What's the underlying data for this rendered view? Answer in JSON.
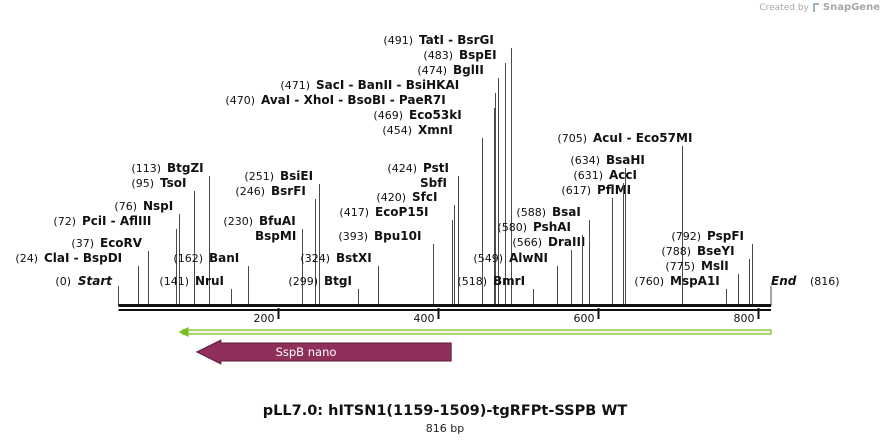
{
  "credit": {
    "created_by": "Created by",
    "brand": "SnapGene"
  },
  "map": {
    "title": "pLL7.0: hITSN1(1159-1509)-tgRFPt-SSPB WT",
    "length_label": "816 bp",
    "length": 816,
    "start_label": "Start",
    "start_num": "(0)",
    "end_label": "End",
    "end_num": "(816)",
    "ticks": [
      200,
      400,
      600,
      800
    ],
    "feature": {
      "label": "SspB nano",
      "start": 98,
      "end": 416,
      "direction": "reverse",
      "color": "#8f2f5c"
    },
    "orf_line": {
      "start": 80,
      "end": 816,
      "color": "#78bf1f"
    },
    "sites": [
      {
        "pos": 24,
        "num": "(24)",
        "label": "ClaI  -  BspDI"
      },
      {
        "pos": 37,
        "num": "(37)",
        "label": "EcoRV"
      },
      {
        "pos": 72,
        "num": "(72)",
        "label": "PciI  -  AflIII"
      },
      {
        "pos": 76,
        "num": "(76)",
        "label": "NspI"
      },
      {
        "pos": 95,
        "num": "(95)",
        "label": "TsoI"
      },
      {
        "pos": 113,
        "num": "(113)",
        "label": "BtgZI"
      },
      {
        "pos": 141,
        "num": "(141)",
        "label": "NruI"
      },
      {
        "pos": 162,
        "num": "(162)",
        "label": "BanI"
      },
      {
        "pos": 230,
        "num": "(230)",
        "label": "BfuAI"
      },
      {
        "pos": 230,
        "num": "",
        "label": "BspMI"
      },
      {
        "pos": 246,
        "num": "(246)",
        "label": "BsrFI"
      },
      {
        "pos": 251,
        "num": "(251)",
        "label": "BsiEI"
      },
      {
        "pos": 299,
        "num": "(299)",
        "label": "BtgI"
      },
      {
        "pos": 324,
        "num": "(324)",
        "label": "BstXI"
      },
      {
        "pos": 393,
        "num": "(393)",
        "label": "Bpu10I"
      },
      {
        "pos": 417,
        "num": "(417)",
        "label": "EcoP15I"
      },
      {
        "pos": 420,
        "num": "(420)",
        "label": "SfcI"
      },
      {
        "pos": 424,
        "num": "",
        "label": "SbfI"
      },
      {
        "pos": 424,
        "num": "(424)",
        "label": "PstI"
      },
      {
        "pos": 454,
        "num": "(454)",
        "label": "XmnI"
      },
      {
        "pos": 469,
        "num": "(469)",
        "label": "Eco53kI"
      },
      {
        "pos": 470,
        "num": "(470)",
        "label": "AvaI  -  XhoI  -  BsoBI  -  PaeR7I"
      },
      {
        "pos": 471,
        "num": "(471)",
        "label": "SacI  -  BanII  -  BsiHKAI"
      },
      {
        "pos": 474,
        "num": "(474)",
        "label": "BglII"
      },
      {
        "pos": 483,
        "num": "(483)",
        "label": "BspEI"
      },
      {
        "pos": 491,
        "num": "(491)",
        "label": "TatI  -  BsrGI"
      },
      {
        "pos": 518,
        "num": "(518)",
        "label": "BmrI"
      },
      {
        "pos": 549,
        "num": "(549)",
        "label": "AlwNI"
      },
      {
        "pos": 566,
        "num": "(566)",
        "label": "DraIII"
      },
      {
        "pos": 580,
        "num": "(580)",
        "label": "PshAI"
      },
      {
        "pos": 588,
        "num": "(588)",
        "label": "BsaI"
      },
      {
        "pos": 617,
        "num": "(617)",
        "label": "PflMI"
      },
      {
        "pos": 631,
        "num": "(631)",
        "label": "AccI"
      },
      {
        "pos": 634,
        "num": "(634)",
        "label": "BsaHI"
      },
      {
        "pos": 705,
        "num": "(705)",
        "label": "AcuI  -  Eco57MI"
      },
      {
        "pos": 760,
        "num": "(760)",
        "label": "MspA1I"
      },
      {
        "pos": 775,
        "num": "(775)",
        "label": "MslI"
      },
      {
        "pos": 788,
        "num": "(788)",
        "label": "BseYI"
      },
      {
        "pos": 792,
        "num": "(792)",
        "label": "PspFI"
      }
    ]
  }
}
